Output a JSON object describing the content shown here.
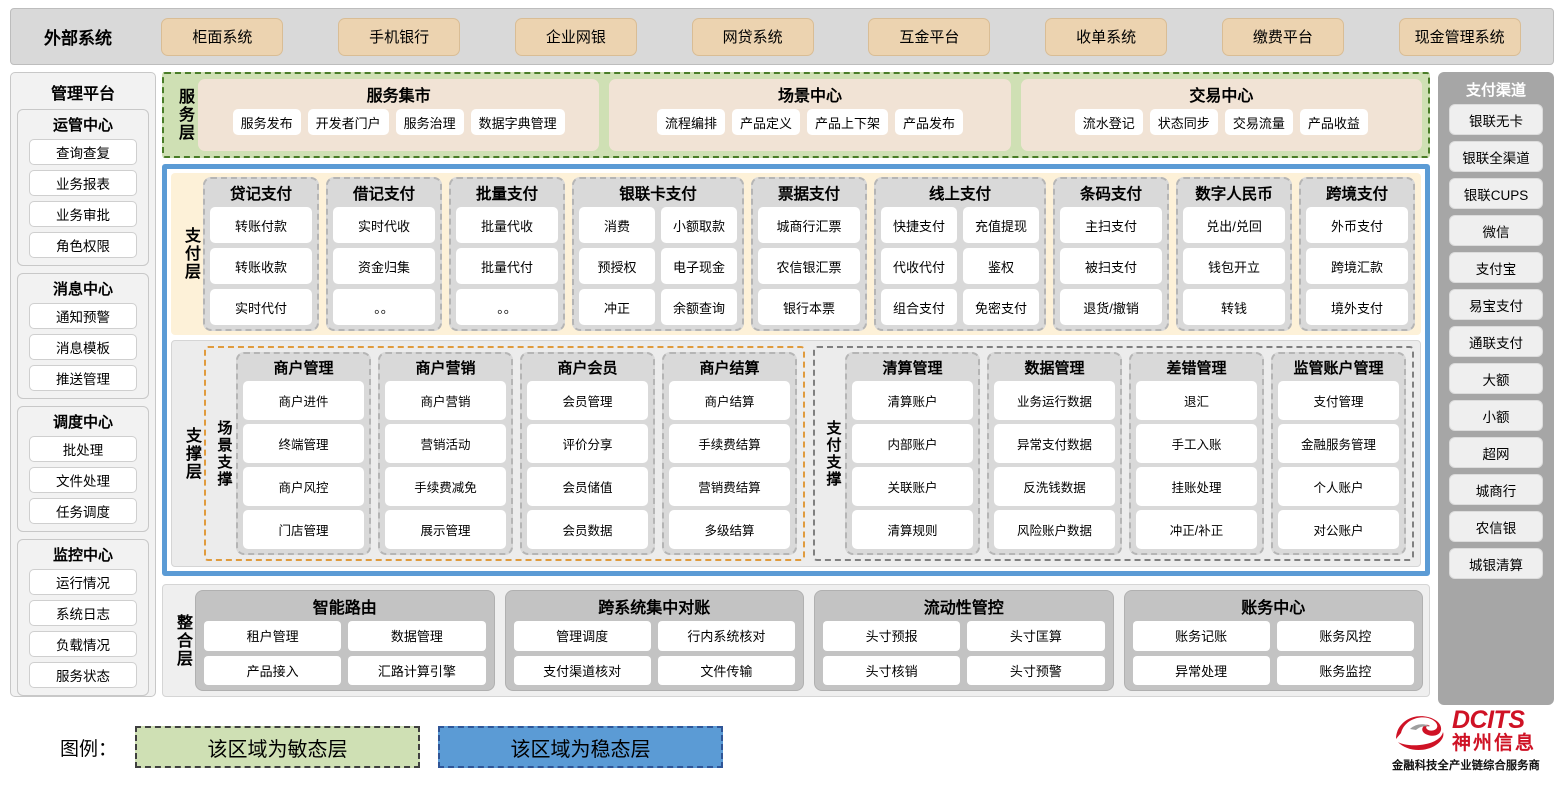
{
  "external": {
    "title": "外部系统",
    "items": [
      "柜面系统",
      "手机银行",
      "企业网银",
      "网贷系统",
      "互金平台",
      "收单系统",
      "缴费平台",
      "现金管理系统"
    ]
  },
  "management": {
    "title": "管理平台",
    "groups": [
      {
        "title": "运管中心",
        "items": [
          "查询查复",
          "业务报表",
          "业务审批",
          "角色权限"
        ]
      },
      {
        "title": "消息中心",
        "items": [
          "通知预警",
          "消息模板",
          "推送管理"
        ]
      },
      {
        "title": "调度中心",
        "items": [
          "批处理",
          "文件处理",
          "任务调度"
        ]
      },
      {
        "title": "监控中心",
        "items": [
          "运行情况",
          "系统日志",
          "负载情况",
          "服务状态"
        ]
      }
    ]
  },
  "channels": {
    "title": "支付渠道",
    "items": [
      "银联无卡",
      "银联全渠道",
      "银联CUPS",
      "微信",
      "支付宝",
      "易宝支付",
      "通联支付",
      "大额",
      "小额",
      "超网",
      "城商行",
      "农信银",
      "城银清算"
    ]
  },
  "service_layer": {
    "label": "服务层",
    "columns": [
      {
        "title": "服务集市",
        "items": [
          "服务发布",
          "开发者门户",
          "服务治理",
          "数据字典管理"
        ]
      },
      {
        "title": "场景中心",
        "items": [
          "流程编排",
          "产品定义",
          "产品上下架",
          "产品发布"
        ]
      },
      {
        "title": "交易中心",
        "items": [
          "流水登记",
          "状态同步",
          "交易流量",
          "产品收益"
        ]
      }
    ]
  },
  "payment_layer": {
    "label": "支付层",
    "columns": [
      {
        "title": "贷记支付",
        "cols": 1,
        "rows": [
          [
            "转账付款"
          ],
          [
            "转账收款"
          ],
          [
            "实时代付"
          ]
        ]
      },
      {
        "title": "借记支付",
        "cols": 1,
        "rows": [
          [
            "实时代收"
          ],
          [
            "资金归集"
          ],
          [
            "。。"
          ]
        ]
      },
      {
        "title": "批量支付",
        "cols": 1,
        "rows": [
          [
            "批量代收"
          ],
          [
            "批量代付"
          ],
          [
            "。。"
          ]
        ]
      },
      {
        "title": "银联卡支付",
        "cols": 2,
        "rows": [
          [
            "消费",
            "小额取款"
          ],
          [
            "预授权",
            "电子现金"
          ],
          [
            "冲正",
            "余额查询"
          ]
        ]
      },
      {
        "title": "票据支付",
        "cols": 1,
        "rows": [
          [
            "城商行汇票"
          ],
          [
            "农信银汇票"
          ],
          [
            "银行本票"
          ]
        ]
      },
      {
        "title": "线上支付",
        "cols": 2,
        "rows": [
          [
            "快捷支付",
            "充值提现"
          ],
          [
            "代收代付",
            "鉴权"
          ],
          [
            "组合支付",
            "免密支付"
          ]
        ]
      },
      {
        "title": "条码支付",
        "cols": 1,
        "rows": [
          [
            "主扫支付"
          ],
          [
            "被扫支付"
          ],
          [
            "退货/撤销"
          ]
        ]
      },
      {
        "title": "数字人民币",
        "cols": 1,
        "rows": [
          [
            "兑出/兑回"
          ],
          [
            "钱包开立"
          ],
          [
            "转钱"
          ]
        ]
      },
      {
        "title": "跨境支付",
        "cols": 1,
        "rows": [
          [
            "外币支付"
          ],
          [
            "跨境汇款"
          ],
          [
            "境外支付"
          ]
        ]
      }
    ]
  },
  "support_layer": {
    "label": "支撑层",
    "halves": [
      {
        "sublabel": "场景支撑",
        "columns": [
          {
            "title": "商户管理",
            "items": [
              "商户进件",
              "终端管理",
              "商户风控",
              "门店管理"
            ]
          },
          {
            "title": "商户营销",
            "items": [
              "商户营销",
              "营销活动",
              "手续费减免",
              "展示管理"
            ]
          },
          {
            "title": "商户会员",
            "items": [
              "会员管理",
              "评价分享",
              "会员储值",
              "会员数据"
            ]
          },
          {
            "title": "商户结算",
            "items": [
              "商户结算",
              "手续费结算",
              "营销费结算",
              "多级结算"
            ]
          }
        ]
      },
      {
        "sublabel": "支付支撑",
        "columns": [
          {
            "title": "清算管理",
            "items": [
              "清算账户",
              "内部账户",
              "关联账户",
              "清算规则"
            ]
          },
          {
            "title": "数据管理",
            "items": [
              "业务运行数据",
              "异常支付数据",
              "反洗钱数据",
              "风险账户数据"
            ]
          },
          {
            "title": "差错管理",
            "items": [
              "退汇",
              "手工入账",
              "挂账处理",
              "冲正/补正"
            ]
          },
          {
            "title": "监管账户管理",
            "items": [
              "支付管理",
              "金融服务管理",
              "个人账户",
              "对公账户"
            ]
          }
        ]
      }
    ]
  },
  "integration_layer": {
    "label": "整合层",
    "columns": [
      {
        "title": "智能路由",
        "rows": [
          [
            "租户管理",
            "数据管理"
          ],
          [
            "产品接入",
            "汇路计算引擎"
          ]
        ]
      },
      {
        "title": "跨系统集中对账",
        "rows": [
          [
            "管理调度",
            "行内系统核对"
          ],
          [
            "支付渠道核对",
            "文件传输"
          ]
        ]
      },
      {
        "title": "流动性管控",
        "rows": [
          [
            "头寸预报",
            "头寸匡算"
          ],
          [
            "头寸核销",
            "头寸预警"
          ]
        ]
      },
      {
        "title": "账务中心",
        "rows": [
          [
            "账务记账",
            "账务风控"
          ],
          [
            "异常处理",
            "账务监控"
          ]
        ]
      }
    ]
  },
  "legend": {
    "label": "图例：",
    "agile_text": "该区域为敏态层",
    "stable_text": "该区域为稳态层",
    "agile_color": "#cfe0b4",
    "stable_color": "#5b9bd5"
  },
  "logo": {
    "name_en": "DCITS",
    "name_cn": "神州信息",
    "tagline": "金融科技全产业链综合服务商",
    "brand_color": "#cf1225"
  }
}
